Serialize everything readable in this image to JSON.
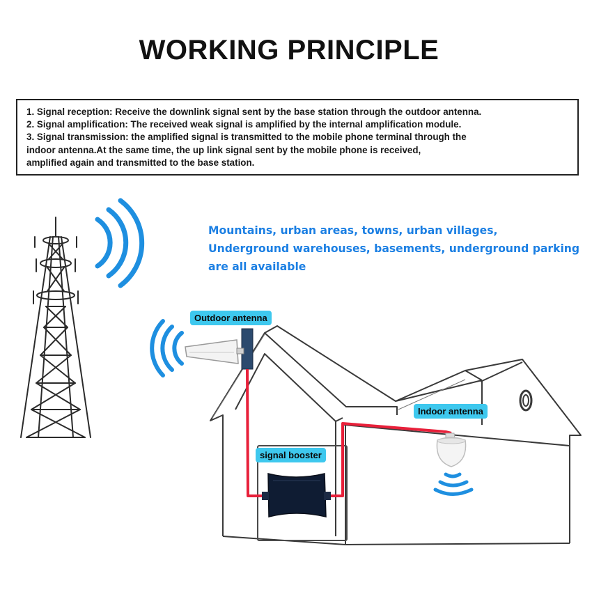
{
  "title": "WORKING PRINCIPLE",
  "steps": [
    "1.  Signal reception: Receive the downlink signal sent by the base station through the outdoor antenna.",
    "2.  Signal amplification: The received weak signal is amplified by the internal amplification module.",
    "3.  Signal transmission: the amplified signal is transmitted to the mobile phone terminal through the",
    "indoor antenna.At the same time, the up link signal sent by the mobile phone is received,",
    "amplified again and transmitted to the base station."
  ],
  "availability": {
    "line1": "Mountains, urban areas, towns, urban villages,",
    "line2": "Underground warehouses, basements, underground parking",
    "line3": "are all available"
  },
  "labels": {
    "outdoor_antenna": "Outdoor antenna",
    "signal_booster": "signal booster",
    "indoor_antenna": "Indoor antenna"
  },
  "colors": {
    "wave_blue": "#1e8fe0",
    "label_bg": "#3ec8ee",
    "cable_red": "#e8203a",
    "text_blue": "#1b7fe3"
  }
}
